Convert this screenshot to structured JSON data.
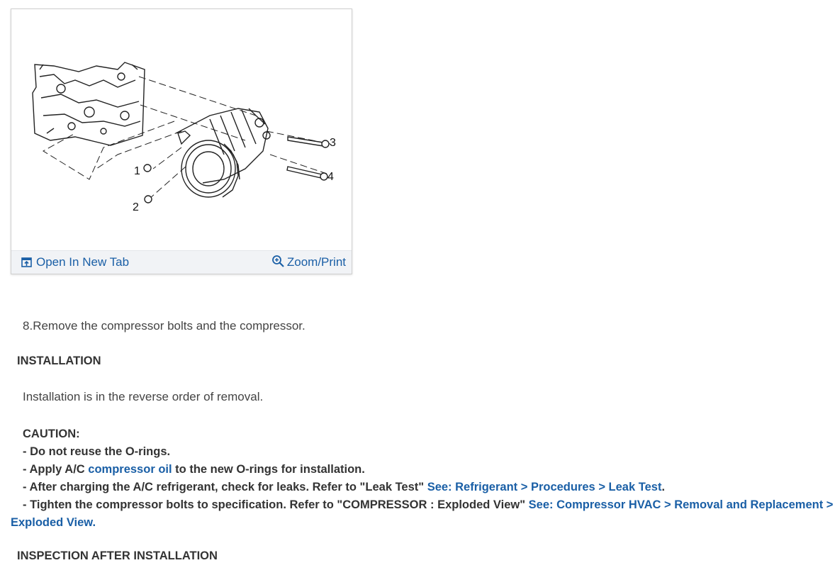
{
  "figure": {
    "callouts": [
      "1",
      "2",
      "3",
      "4"
    ],
    "open_tab_label": "Open In New Tab",
    "zoom_label": "Zoom/Print",
    "open_tab_icon": "open-in-new-tab-icon",
    "zoom_icon": "zoom-in-icon"
  },
  "step": {
    "number": "8.",
    "text": "Remove the compressor bolts and the compressor."
  },
  "installation": {
    "heading": "INSTALLATION",
    "text": "Installation is in the reverse order of removal."
  },
  "caution": {
    "title": "CAUTION:",
    "items": [
      {
        "prefix": "- Do not reuse the O-rings."
      },
      {
        "prefix": "- Apply A/C ",
        "link": "compressor oil",
        "suffix": " to the new O-rings for installation."
      },
      {
        "prefix": "- After charging the A/C refrigerant, check for leaks. Refer to \"Leak Test\" ",
        "link": "See: Refrigerant > Procedures > Leak Test",
        "suffix": "."
      },
      {
        "prefix": "- Tighten the compressor bolts to specification. Refer to \"COMPRESSOR : Exploded View\" ",
        "link": "See: Compressor HVAC > Removal and Replacement >",
        "link2": "Exploded View."
      }
    ]
  },
  "inspection": {
    "heading": "INSPECTION AFTER INSTALLATION"
  },
  "colors": {
    "link": "#1a5fa6",
    "toolbar_bg": "#f1f3f6"
  }
}
